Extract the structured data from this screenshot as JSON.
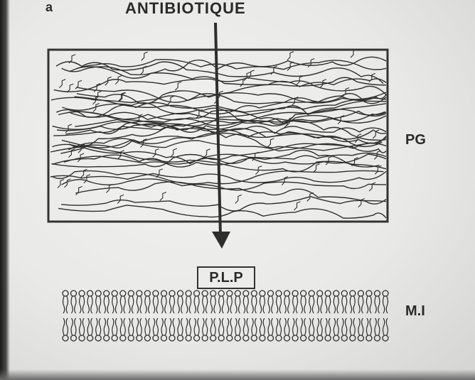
{
  "figure": {
    "panel_label": "a",
    "antibiotic_label": "ANTIBIOTIQUE",
    "peptidoglycan_label": "PG",
    "plp_label": "P.L.P",
    "membrane_label": "M.I"
  },
  "colors": {
    "ink": "#2e2e2e",
    "paper": "#ebebe9"
  }
}
